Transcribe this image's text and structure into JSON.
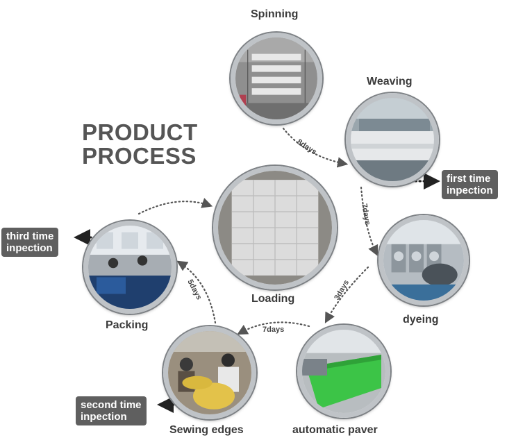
{
  "title": {
    "line1": "PRODUCT",
    "line2": "PROCESS"
  },
  "steps": {
    "spinning": "Spinning",
    "weaving": "Weaving",
    "dyeing": "dyeing",
    "paver": "automatic paver",
    "sewing": "Sewing edges",
    "packing": "Packing",
    "loading": "Loading"
  },
  "inspections": {
    "first": {
      "line1": "first time",
      "line2": "inpection"
    },
    "second": {
      "line1": "second time",
      "line2": "inpection"
    },
    "third": {
      "line1": "third time",
      "line2": "inpection"
    }
  },
  "durations": {
    "spin_weave": "8days",
    "weave_dye": "7days",
    "dye_paver": "3days",
    "paver_sew": "7days",
    "sew_pack": "5days"
  },
  "colors": {
    "badge": "#5f5f5f",
    "label": "#3b3b3b",
    "ring": "#bfc3c7"
  }
}
